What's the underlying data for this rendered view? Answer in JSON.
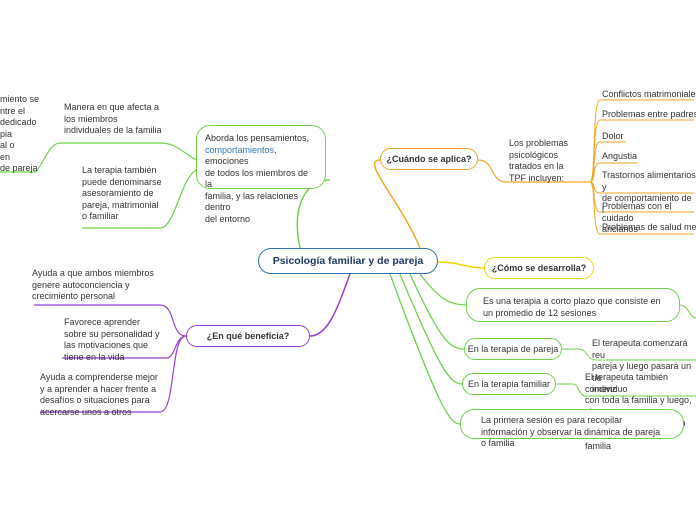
{
  "center": "Psicología familiar y de pareja",
  "left_top": {
    "cut_text": "miento se\nntre el\ndedicado\npia\nal o\nen\nde pareja",
    "item1": "Manera en que afecta a\nlos miembros\nindividuales de la familia",
    "node_prefix": "Aborda los pensamientos,",
    "node_highlight": "comportamientos",
    "node_suffix": ", emociones\nde todos los miembros de la\nfamilia, y las relaciones dentro\ndel entorno",
    "item2": "La terapia también\npuede denominarse\nasesoramiento de\npareja, matrimonial\no familiar"
  },
  "right_top": {
    "node": "¿Cuándo se aplica?",
    "intro": "Los problemas\npsicológicos\n  tratados en la\nTPF incluyen:",
    "items": [
      "Conflictos matrimoniales",
      "Problemas entre padres",
      "Dolor",
      "Angustia",
      "Trastornos alimentarios y\n de comportamiento de l",
      "Problemas con el cuidado\nancianos",
      "Problemas de salud men"
    ]
  },
  "develop": {
    "node": "¿Cómo se desarrolla?",
    "short_therapy": "Es una terapia a corto plazo que consiste en\nun promedio de 12 sesiones",
    "couple_label": "En la terapia de pareja",
    "couple_text": "El terapeuta comenzará reu\npareja y luego pasará un tie\nindividuo",
    "family_label": "En la terapia familiar",
    "family_text": "El terapeuta también comenz\ncon toda la familia y luego, si\nreunirá por separado con cad\nfamilia",
    "first_session": "La primera sesión es para recopilar información\ny observar la dinámica de pareja o familia"
  },
  "benefit": {
    "node": "¿En qué beneficia?",
    "items": [
      " Ayuda a que ambos miembros\ngenere autoconciencia y\ncrecimiento personal",
      "Favorece aprender\nsobre su personalidad y\nlas motivaciones que\ntiene en la vida",
      "Ayuda a comprenderse mejor\ny a aprender a hacer frente a\ndesafíos o situaciones para\nacercarse unos a otros"
    ]
  },
  "colors": {
    "center_border": "#2f75b5",
    "orange": "#f5a623",
    "yellow": "#f2d600",
    "green": "#6ed34a",
    "purple": "#9b3fd6"
  }
}
